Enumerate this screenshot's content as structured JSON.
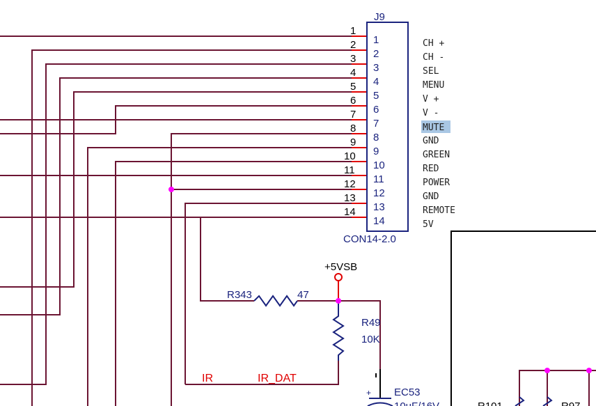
{
  "connector": {
    "designator": "J9",
    "part": "CON14-2.0",
    "pins": [
      "1",
      "2",
      "3",
      "4",
      "5",
      "6",
      "7",
      "8",
      "9",
      "10",
      "11",
      "12",
      "13",
      "14"
    ],
    "signals": [
      "CH +",
      "CH -",
      "SEL",
      "MENU",
      "V +",
      "V -",
      "MUTE",
      "GND",
      "GREEN",
      "RED",
      "POWER",
      "GND",
      "REMOTE",
      "5V"
    ],
    "highlighted_signal": "MUTE",
    "highlight_color": "#a9c7e4"
  },
  "components": {
    "r343": {
      "ref": "R343",
      "value": "47"
    },
    "r49": {
      "ref": "R49",
      "value": "10K"
    },
    "ec53": {
      "ref": "EC53",
      "value": "10uF/16V",
      "polarity": "+"
    },
    "r101": {
      "ref": "R101"
    },
    "r97": {
      "ref": "R97"
    }
  },
  "power": {
    "label": "+5VSB"
  },
  "nets": {
    "ir": "IR",
    "ir_dat": "IR_DAT"
  },
  "colors": {
    "wire": "#6b1432",
    "pin_stub": "#e00000",
    "component": "#1a237e",
    "junction": "#ff00ff",
    "ir_label": "#e00000"
  }
}
